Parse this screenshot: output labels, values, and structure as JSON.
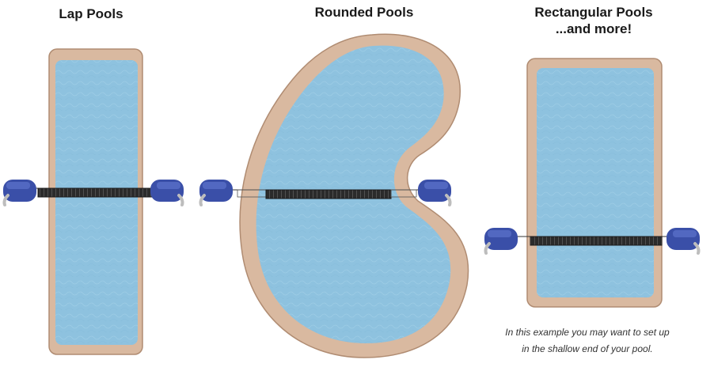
{
  "titles": {
    "lap": "Lap Pools",
    "rounded": "Rounded Pools",
    "rectangular_line1": "Rectangular  Pools",
    "rectangular_line2": "...and more!"
  },
  "caption": {
    "line1": "In this example you may want to set up",
    "line2": "in the shallow end of your pool."
  },
  "colors": {
    "coping": "#d9b9a0",
    "coping_dark": "#b08c72",
    "water": "#8ec2df",
    "water_light": "#a9d3ea",
    "reel": "#3a4fa8",
    "reel_dark": "#24337a",
    "cover": "#2b2b2b"
  }
}
